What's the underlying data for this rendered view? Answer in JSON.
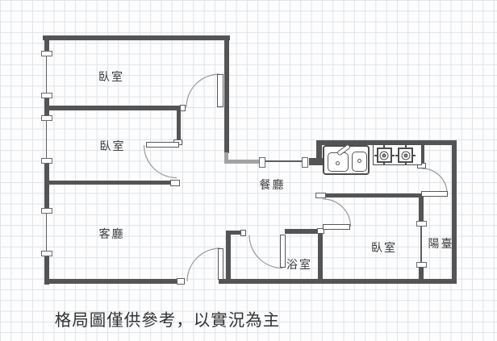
{
  "rooms": {
    "bedroom1": {
      "label": "臥室"
    },
    "bedroom2": {
      "label": "臥室"
    },
    "bedroom3": {
      "label": "臥室"
    },
    "living": {
      "label": "客廳"
    },
    "dining": {
      "label": "餐廳"
    },
    "bathroom": {
      "label": "浴室"
    },
    "balcony": {
      "label": "陽臺"
    }
  },
  "disclaimer": "格局圖僅供參考，以實況為主",
  "fixtures": {
    "sink": "kitchen-sink",
    "stove": "gas-stove-two-burner"
  },
  "colors": {
    "wall": "#545454",
    "wall_light": "#a2a2a2",
    "grid": "#dde3ea",
    "door_arc": "#9a9a9a",
    "text": "#3c3c3c"
  }
}
